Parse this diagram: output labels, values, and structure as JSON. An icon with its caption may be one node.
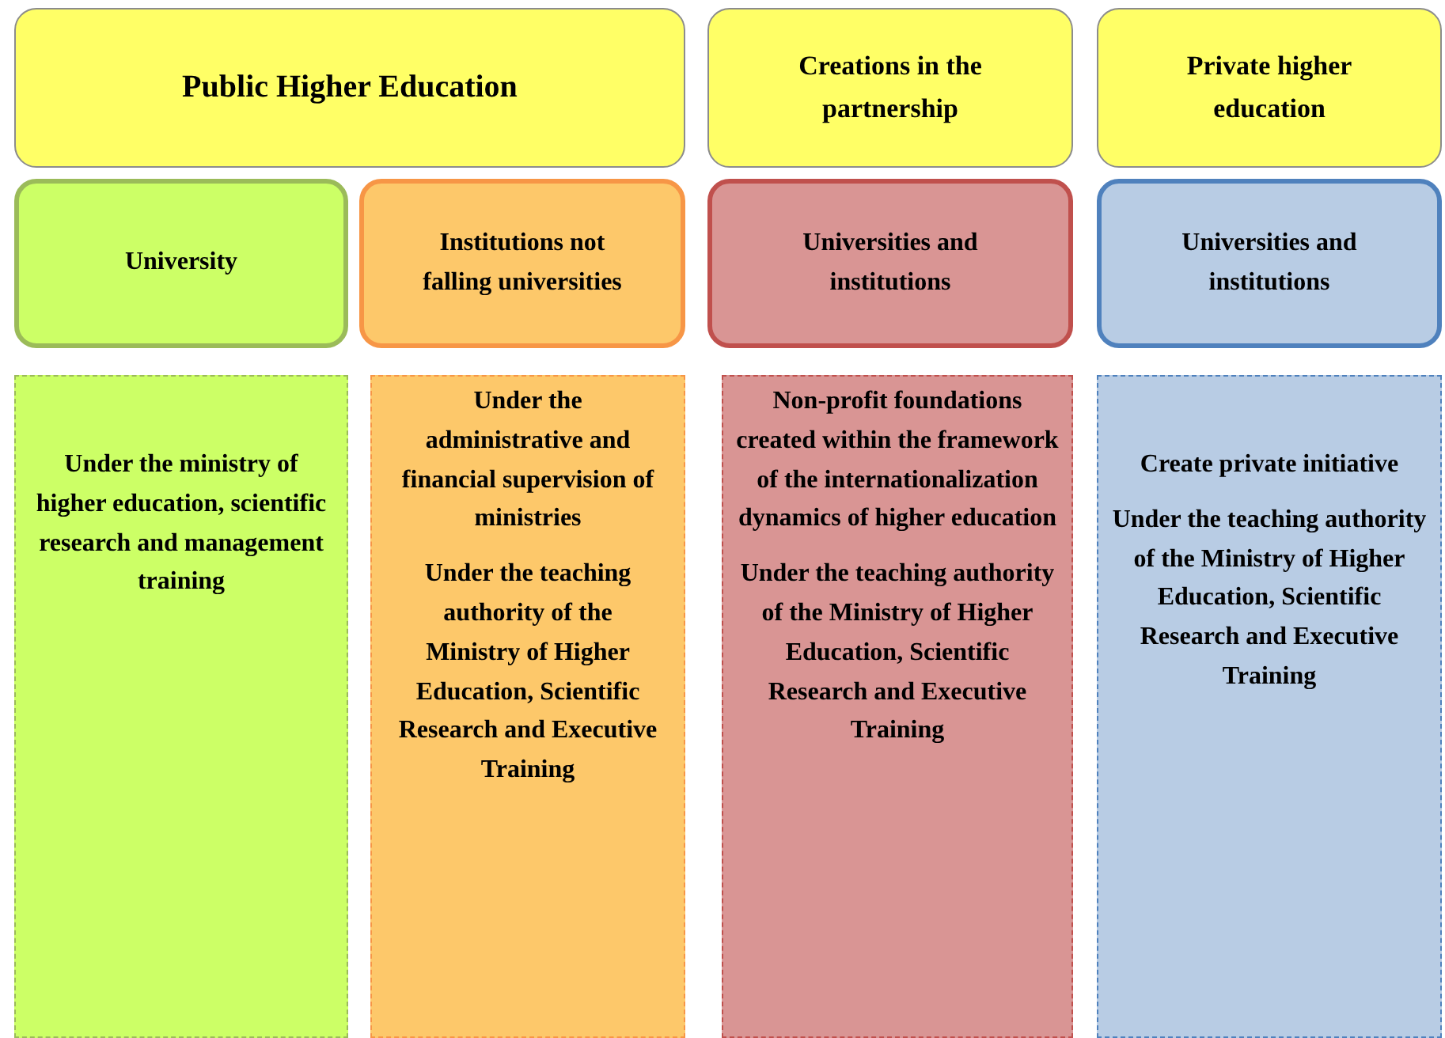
{
  "diagram": {
    "nodes": [
      {
        "text": [
          "Public Higher Education"
        ]
      },
      {
        "text": [
          "Creations in the partnership"
        ]
      },
      {
        "text": [
          "Private higher education"
        ]
      },
      {
        "text": [
          "University"
        ]
      },
      {
        "text": [
          "Institutions not falling universities"
        ]
      },
      {
        "text": [
          "Universities and institutions"
        ]
      },
      {
        "text": [
          "Universities and institutions"
        ]
      },
      {
        "text": [
          "Under the ministry of higher education, scientific research and management training"
        ]
      },
      {
        "text": [
          "Under the administrative and financial supervision of ministries",
          "Under the teaching authority of the Ministry of Higher Education, Scientific Research and Executive Training"
        ]
      },
      {
        "text": [
          "Non-profit foundations created within the framework of the internationalization dynamics of higher education",
          "Under the teaching authority of the Ministry of Higher Education, Scientific Research and Executive Training"
        ]
      },
      {
        "text": [
          "Create private initiative",
          "Under the teaching authority of the Ministry of Higher Education, Scientific Research and Executive Training"
        ]
      }
    ]
  }
}
